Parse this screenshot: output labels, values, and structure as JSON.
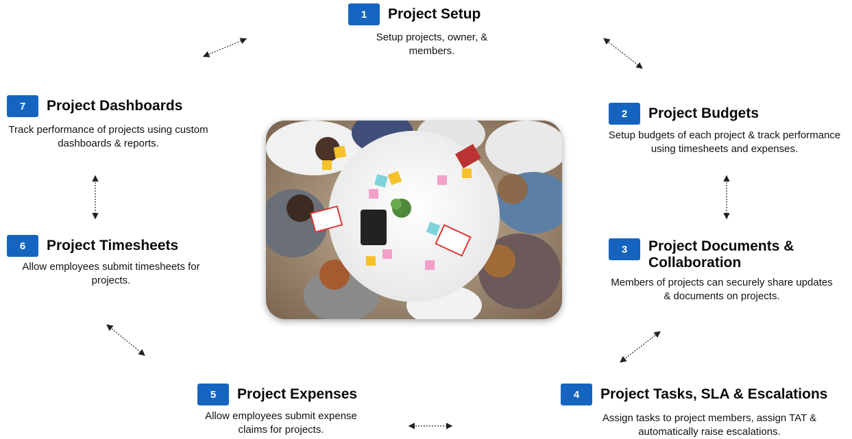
{
  "steps": [
    {
      "number": "1",
      "title": "Project Setup",
      "description": "Setup projects, owner, & members."
    },
    {
      "number": "2",
      "title": "Project Budgets",
      "description": "Setup budgets of each project & track performance using timesheets and expenses."
    },
    {
      "number": "3",
      "title": "Project Documents & Collaboration",
      "description": "Members of projects can securely share updates &  documents on projects."
    },
    {
      "number": "4",
      "title": "Project Tasks, SLA & Escalations",
      "description": "Assign tasks to project members, assign TAT & automatically raise escalations."
    },
    {
      "number": "5",
      "title": "Project Expenses",
      "description": "Allow employees submit expense claims for projects."
    },
    {
      "number": "6",
      "title": "Project Timesheets",
      "description": "Allow employees submit timesheets for projects."
    },
    {
      "number": "7",
      "title": "Project Dashboards",
      "description": "Track performance of projects using custom dashboards & reports."
    }
  ],
  "colors": {
    "badge": "#1565c0",
    "arrow": "#222222"
  },
  "center_image": "team-meeting-photo"
}
